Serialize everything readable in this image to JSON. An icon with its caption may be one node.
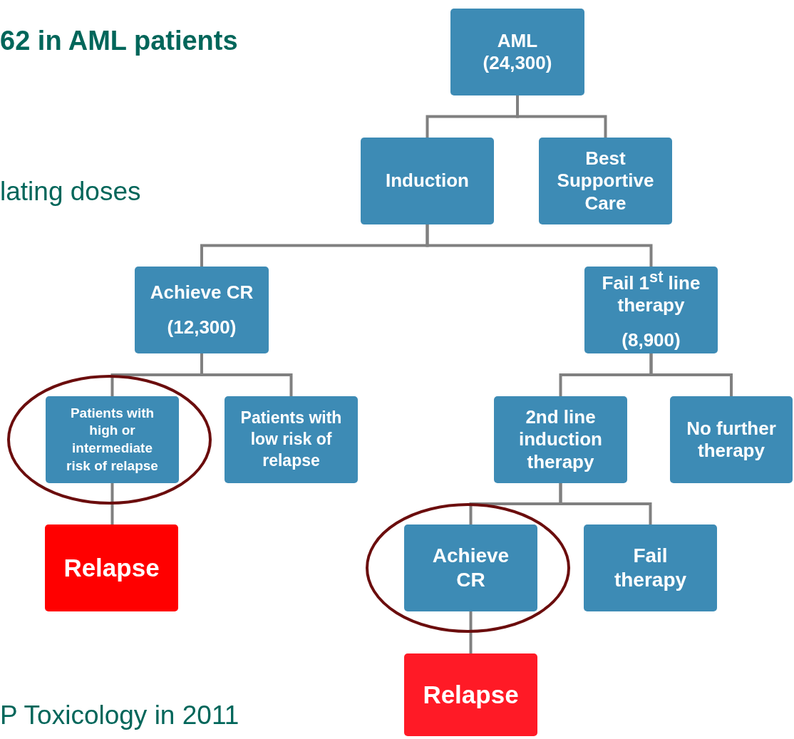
{
  "diagram": {
    "nodes": [
      {
        "text": [
          "AML (24,300)"
        ]
      },
      {
        "text": [
          "Induction"
        ]
      },
      {
        "text": [
          "Best Supportive Care"
        ]
      },
      {
        "text": [
          "Achieve CR",
          "(12,300)"
        ]
      },
      {
        "text": [
          "Fail 1$^{st}$ line therapy",
          "(8,900)"
        ]
      },
      {
        "text": [
          "Patients with high or intermediate risk of relapse"
        ]
      },
      {
        "text": [
          "Patients with low risk of relapse"
        ]
      },
      {
        "text": [
          "2nd line induction therapy"
        ]
      },
      {
        "text": [
          "No further therapy"
        ]
      },
      {
        "text": [
          "Relapse"
        ]
      },
      {
        "text": [
          "Achieve CR"
        ]
      },
      {
        "text": [
          "Fail therapy"
        ]
      },
      {
        "text": [
          "Relapse"
        ]
      }
    ],
    "edges": [
      {
        "from": 0,
        "to": 1,
        "arrow": "none"
      },
      {
        "from": 0,
        "to": 2,
        "arrow": "none"
      },
      {
        "from": 1,
        "to": 3,
        "arrow": "none"
      },
      {
        "from": 1,
        "to": 4,
        "arrow": "none"
      },
      {
        "from": 3,
        "to": 5,
        "arrow": "none"
      },
      {
        "from": 3,
        "to": 6,
        "arrow": "none"
      },
      {
        "from": 4,
        "to": 7,
        "arrow": "none"
      },
      {
        "from": 4,
        "to": 8,
        "arrow": "none"
      },
      {
        "from": 5,
        "to": 9,
        "arrow": "none"
      },
      {
        "from": 7,
        "to": 10,
        "arrow": "none"
      },
      {
        "from": 7,
        "to": 11,
        "arrow": "none"
      },
      {
        "from": 10,
        "to": 12,
        "arrow": "none"
      }
    ],
    "labels": [
      "62 in AML patients",
      "lating doses",
      "P Toxicology in 2011"
    ]
  }
}
